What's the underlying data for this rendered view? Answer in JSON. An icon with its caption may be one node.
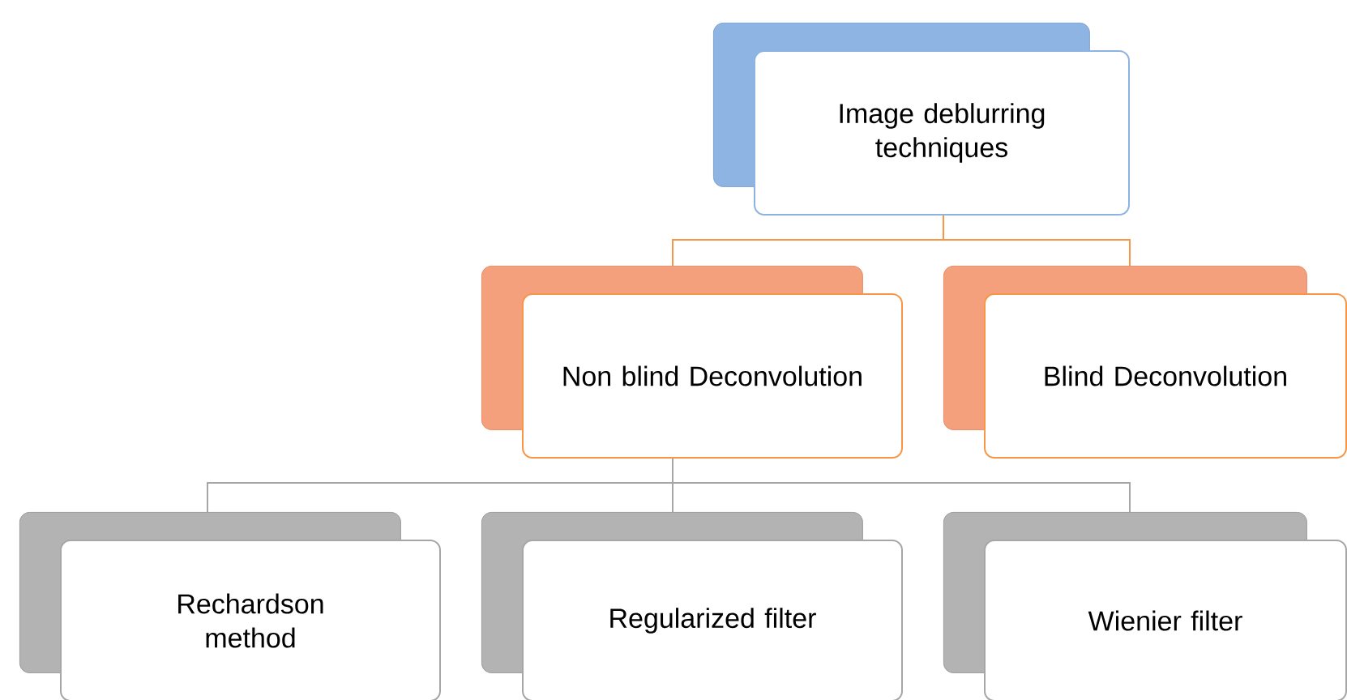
{
  "diagram": {
    "nodes": [
      {
        "text": [
          "Image deblurring techniques"
        ]
      },
      {
        "text": [
          "Non blind Deconvolution"
        ]
      },
      {
        "text": [
          "Blind Deconvolution"
        ]
      },
      {
        "text": [
          "Rechardson method"
        ]
      },
      {
        "text": [
          "Regularized filter"
        ]
      },
      {
        "text": [
          "Wienier filter"
        ]
      }
    ],
    "edges": [
      {
        "from": 0,
        "to": 1,
        "arrow": "none",
        "color": "#f79646"
      },
      {
        "from": 0,
        "to": 2,
        "arrow": "none",
        "color": "#f79646"
      },
      {
        "from": 1,
        "to": 3,
        "arrow": "none"
      },
      {
        "from": 1,
        "to": 4,
        "arrow": "none"
      },
      {
        "from": 1,
        "to": 5,
        "arrow": "none"
      }
    ]
  }
}
